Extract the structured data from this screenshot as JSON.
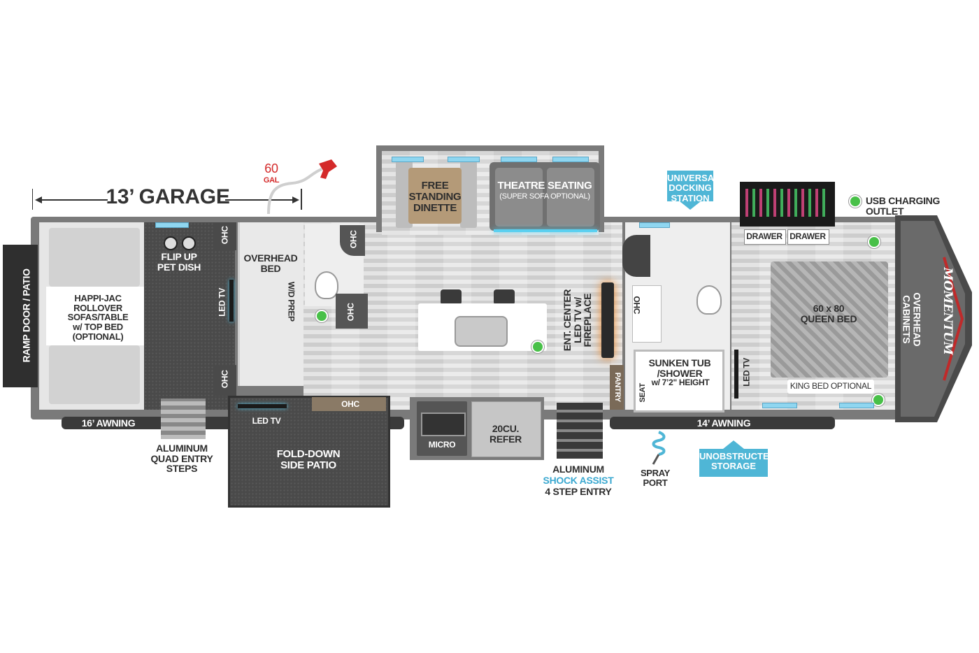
{
  "labels": {
    "garage": "13’ GARAGE",
    "gal_num": "60",
    "gal_unit": "GAL",
    "ramp": "RAMP DOOR / PATIO",
    "happijac": "HAPPI-JAC\nROLLOVER SOFAS/TABLE\nw/ TOP BED\n(OPTIONAL)",
    "flipup": "FLIP UP\nPET DISH",
    "ohc": "OHC",
    "ledtv": "LED TV",
    "overhead_bed": "OVERHEAD\nBED",
    "wd_prep": "W/D PREP",
    "free_dinette": "FREE\nSTANDING\nDINETTE",
    "theatre": "THEATRE SEATING",
    "theatre_sub": "(SUPER SOFA OPTIONAL)",
    "universal": "UNIVERSAL\nDOCKING\nSTATION",
    "usb": "USB CHARGING OUTLET",
    "drawer": "DRAWER",
    "ent_center": "ENT. CENTER\nLED TV w/ FIREPLACE",
    "queen_bed": "60 x 80\nQUEEN BED",
    "overhead_cabinets": "OVERHEAD CABINETS",
    "sunken_tub": "SUNKEN TUB\n/SHOWER",
    "height": "w/ 7’2\" HEIGHT",
    "seat": "SEAT",
    "pantry": "PANTRY",
    "king_bed": "KING BED OPTIONAL",
    "awning16": "16’ AWNING",
    "awning14": "14’ AWNING",
    "quad_steps": "ALUMINUM\nQUAD ENTRY\nSTEPS",
    "fold_patio": "FOLD-DOWN\nSIDE PATIO",
    "micro": "MICRO",
    "refer": "20CU.\nREFER",
    "alum1": "ALUMINUM",
    "shock": "SHOCK ASSIST",
    "four_step": "4 STEP ENTRY",
    "spray": "SPRAY\nPORT",
    "unobstructed": "UNOBSTRUCTED\nSTORAGE",
    "brand": "MOMENTUM"
  },
  "colors": {
    "accent_blue": "#4fb6d6",
    "usb_green": "#48c048",
    "fuel_red": "#d42a2a",
    "wall": "#5a5a5a"
  }
}
